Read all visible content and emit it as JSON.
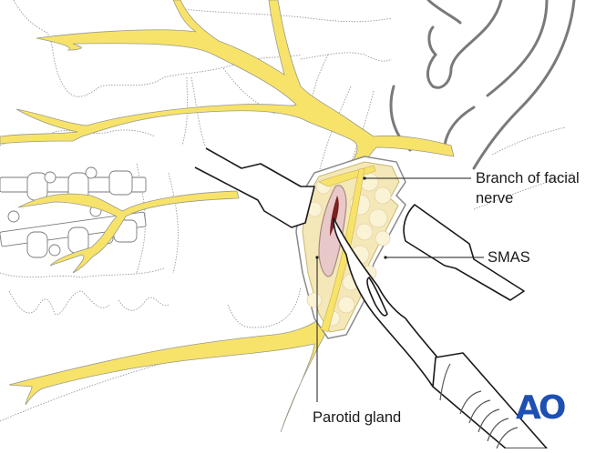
{
  "figure": {
    "description": "Surgical illustration: exposure of facial nerve branch through incision in SMAS over parotid gland, with retractors and scalpel",
    "colors": {
      "nerve": "#f7e36a",
      "nerve_outline": "#9a9a8a",
      "fat": "#f4e8b8",
      "gland": "#e8c8c8",
      "gland_dark": "#7a2020",
      "outline": "#1a1a1a",
      "dotted": "#9a9a9a",
      "ear": "#7a7a7a",
      "logo": "#1e4fb3"
    }
  },
  "labels": {
    "branch": {
      "line1": "Branch of facial",
      "line2": "nerve"
    },
    "smas": "SMAS",
    "parotid": "Parotid gland"
  },
  "logo": {
    "text": "AO"
  }
}
